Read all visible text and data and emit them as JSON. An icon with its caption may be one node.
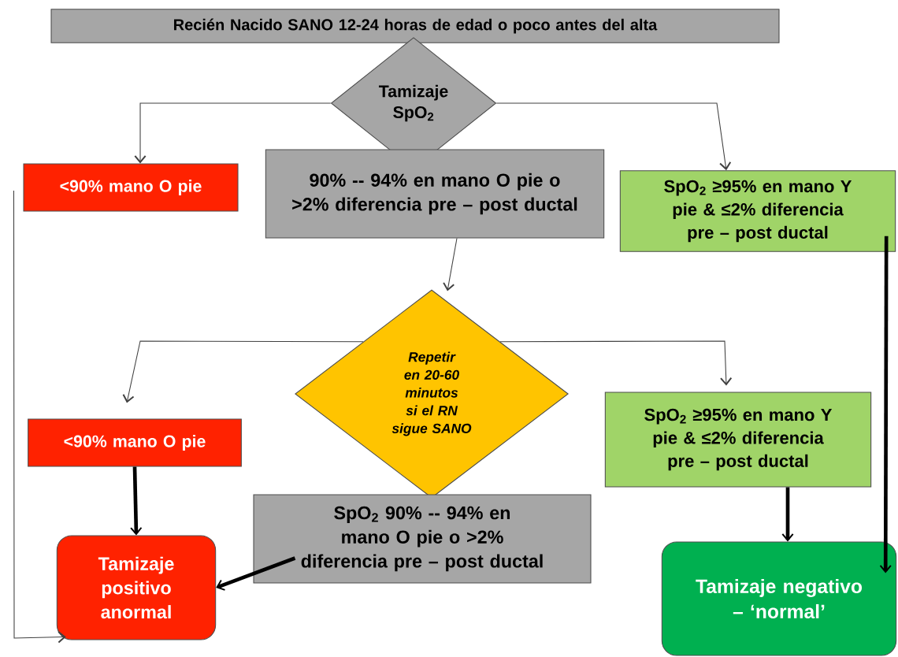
{
  "diagram": {
    "nodes": [
      {
        "text": [
          "Recién Nacido SANO 12-24 horas de edad o poco antes del alta"
        ]
      },
      {
        "text": [
          "Tamizaje SpO$_{2}$"
        ]
      },
      {
        "text": [
          "<90% mano O pie"
        ]
      },
      {
        "text": [
          "90% -- 94% en mano O pie o >2% diferencia pre – post ductal"
        ]
      },
      {
        "text": [
          "SpO$_{2}$ ≥95% en mano Y pie & ≤2% diferencia pre – post ductal"
        ]
      },
      {
        "text": [
          "Repetir en 20-60 minutos si el RN sigue SANO"
        ]
      },
      {
        "text": [
          "<90% mano O pie"
        ]
      },
      {
        "text": [
          "SpO$_{2}$ ≥95% en mano Y pie & ≤2% diferencia pre – post ductal"
        ]
      },
      {
        "text": [
          "SpO$_{2}$ 90% -- 94% en mano O pie o >2% diferencia pre – post ductal"
        ]
      },
      {
        "text": [
          "Tamizaje positivo anormal"
        ]
      },
      {
        "text": [
          "Tamizaje negativo – ‘normal’"
        ]
      }
    ],
    "edges": [
      {
        "from": 1,
        "to": 2,
        "arrow": "to"
      },
      {
        "from": 1,
        "to": 4,
        "arrow": "to"
      },
      {
        "from": 3,
        "to": 5,
        "arrow": "to"
      },
      {
        "from": 5,
        "to": 6,
        "arrow": "to"
      },
      {
        "from": 5,
        "to": 7,
        "arrow": "to"
      },
      {
        "from": 6,
        "to": 9,
        "arrow": "to",
        "style": "thick"
      },
      {
        "from": 8,
        "to": 9,
        "arrow": "to",
        "style": "thick"
      },
      {
        "from": 7,
        "to": 10,
        "arrow": "to",
        "style": "thick"
      },
      {
        "from": 4,
        "to": 10,
        "arrow": "to",
        "style": "thick"
      },
      {
        "from": 2,
        "to": 9,
        "arrow": "to"
      }
    ]
  }
}
